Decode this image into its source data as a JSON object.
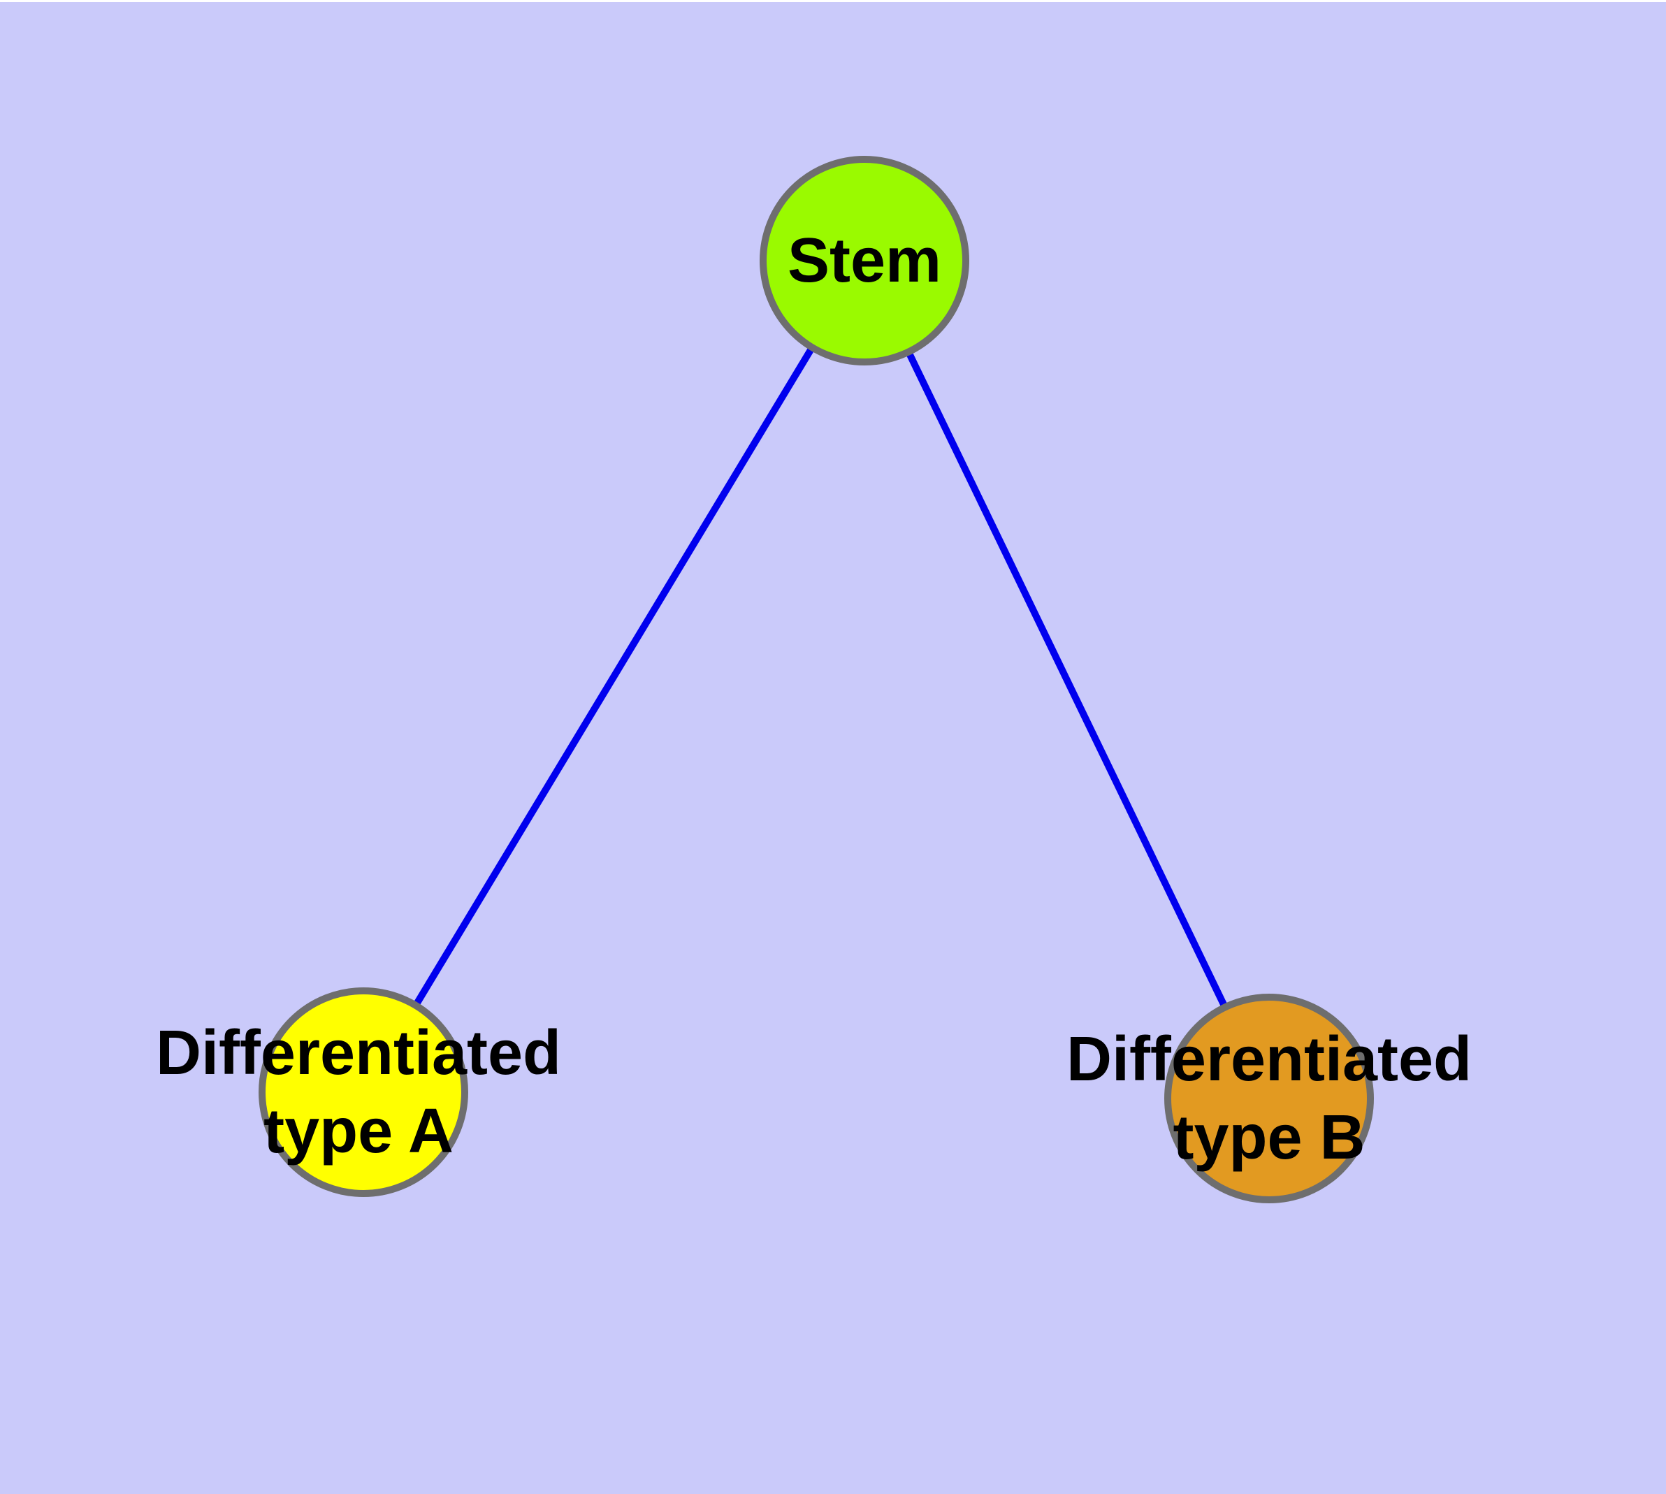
{
  "diagram": {
    "background_color": "#cacafa",
    "node_border_color": "#6e6e6e",
    "edge_color": "#0000ee",
    "text_color": "#000000",
    "nodes": [
      {
        "id": "stem",
        "label": "Stem",
        "fill": "#9afa00"
      },
      {
        "id": "diff-a",
        "label": "Differentiated\ntype A",
        "fill": "#ffff00"
      },
      {
        "id": "diff-b",
        "label": "Differentiated\ntype B",
        "fill": "#e29a21"
      }
    ],
    "edges": [
      {
        "from": "stem",
        "to": "diff-a"
      },
      {
        "from": "stem",
        "to": "diff-b"
      }
    ]
  }
}
